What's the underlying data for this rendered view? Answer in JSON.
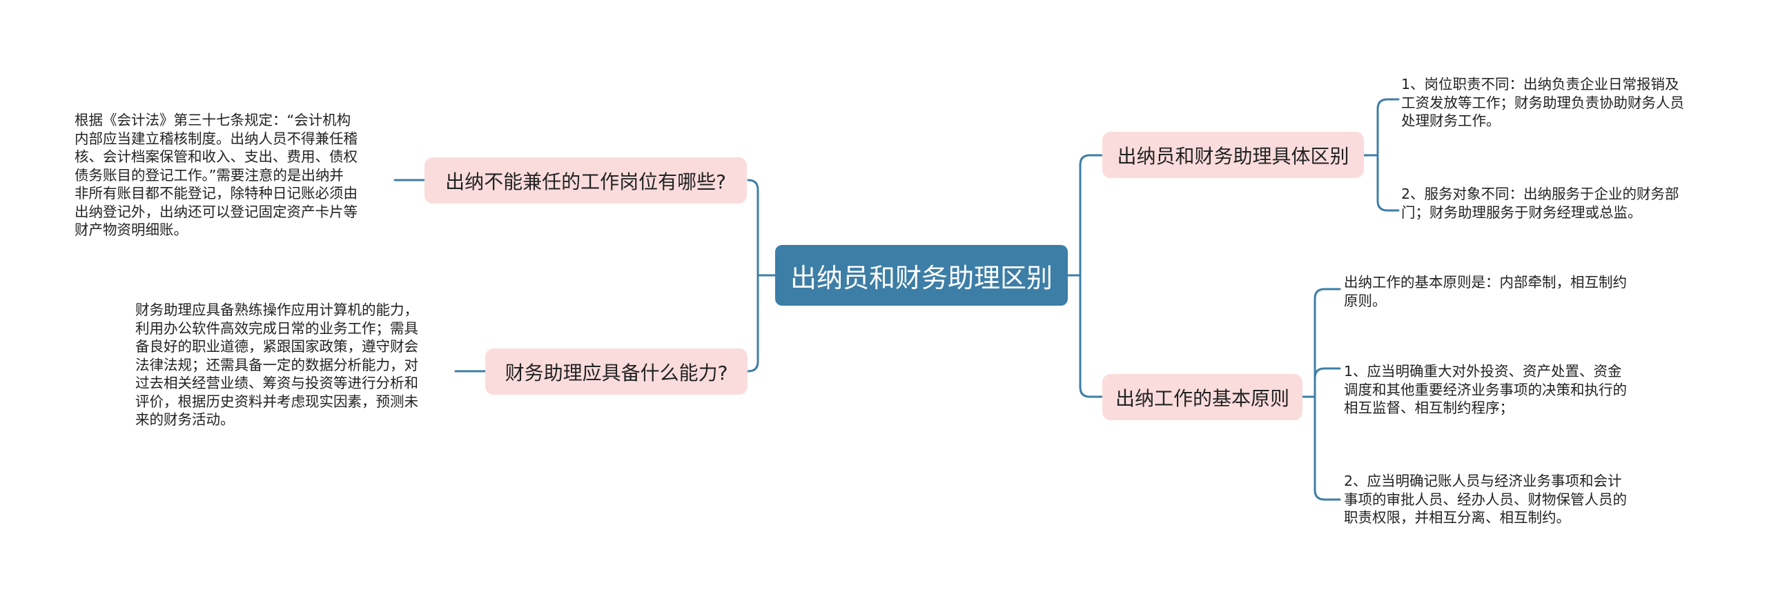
{
  "root": {
    "label": "出纳员和财务助理区别"
  },
  "left_branches": [
    {
      "label": "出纳不能兼任的工作岗位有哪些?",
      "details": [
        "根据《会计法》第三十七条规定：“会计机构\n内部应当建立稽核制度。出纳人员不得兼任稽\n核、会计档案保管和收入、支出、费用、债权\n债务账目的登记工作。”需要注意的是出纳并\n非所有账目都不能登记，除特种日记账必须由\n出纳登记外，出纳还可以登记固定资产卡片等\n财产物资明细账。"
      ]
    },
    {
      "label": "财务助理应具备什么能力?",
      "details": [
        "财务助理应具备熟练操作应用计算机的能力，\n利用办公软件高效完成日常的业务工作；需具\n备良好的职业道德，紧跟国家政策，遵守财会\n法律法规；还需具备一定的数据分析能力，对\n过去相关经营业绩、筹资与投资等进行分析和\n评价，根据历史资料并考虑现实因素，预测未\n来的财务活动。"
      ]
    }
  ],
  "right_branches": [
    {
      "label": "出纳员和财务助理具体区别",
      "details": [
        "1、岗位职责不同：出纳负责企业日常报销及\n工资发放等工作；财务助理负责协助财务人员\n处理财务工作。",
        "2、服务对象不同：出纳服务于企业的财务部\n门；财务助理服务于财务经理或总监。"
      ]
    },
    {
      "label": "出纳工作的基本原则",
      "details": [
        "出纳工作的基本原则是：内部牵制，相互制约\n原则。",
        "1、应当明确重大对外投资、资产处置、资金\n调度和其他重要经济业务事项的决策和执行的\n相互监督、相互制约程序；",
        "2、应当明确记账人员与经济业务事项和会计\n事项的审批人员、经办人员、财物保管人员的\n职责权限，并相互分离、相互制约。"
      ]
    }
  ],
  "colors": {
    "root_fill": "#3d7ea6",
    "branch_fill": "#fbdcdc",
    "connector": "#3d7ea6",
    "text": "#222222"
  }
}
